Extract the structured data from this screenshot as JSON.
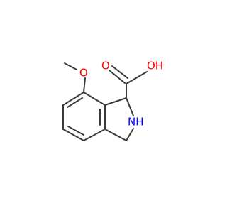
{
  "molecule": {
    "atoms": {
      "oxygen_methoxy": {
        "symbol": "O",
        "color": "#ff0000"
      },
      "oxygen_carbonyl": {
        "symbol": "O",
        "color": "#ff0000"
      },
      "oxygen_hydroxyl": {
        "symbol": "OH",
        "color": "#ff0000"
      },
      "nitrogen": {
        "symbol": "NH",
        "color": "#0000ff"
      }
    },
    "bond_color": "#3a3a3a"
  }
}
